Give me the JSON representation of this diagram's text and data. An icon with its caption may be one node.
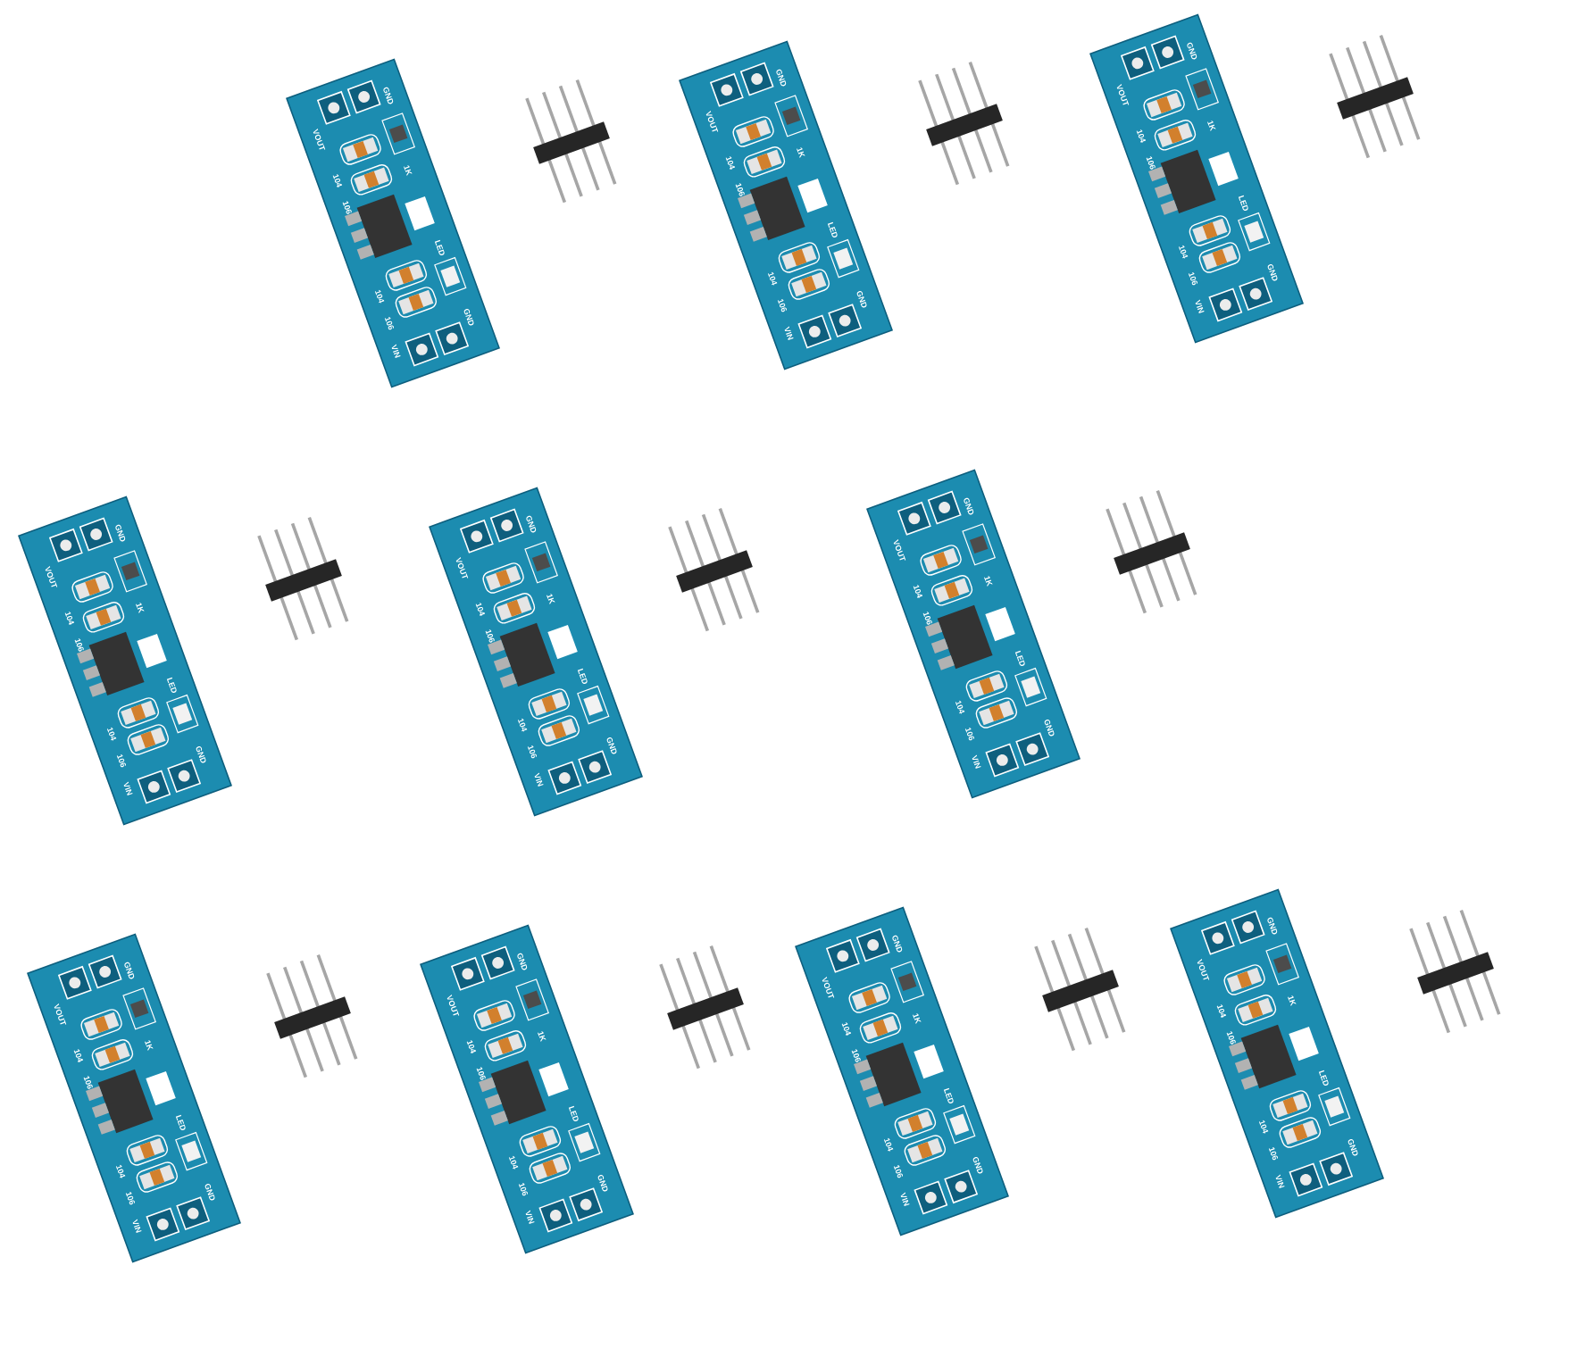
{
  "diagram": {
    "labels": [
      "GND",
      "VOUT",
      "104",
      "106",
      "1K",
      "LED",
      "104",
      "106",
      "GND",
      "VIN",
      "GND",
      "VOUT",
      "104",
      "106",
      "1K",
      "LED",
      "104",
      "106",
      "GND",
      "VIN",
      "GND",
      "VOUT",
      "104",
      "106",
      "1K",
      "LED",
      "104",
      "106",
      "GND",
      "VIN",
      "GND",
      "VOUT",
      "104",
      "106",
      "1K",
      "LED",
      "104",
      "106",
      "GND",
      "VIN",
      "GND",
      "VOUT",
      "104",
      "106",
      "1K",
      "LED",
      "104",
      "106",
      "GND",
      "VIN",
      "GND",
      "VOUT",
      "104",
      "106",
      "1K",
      "LED",
      "104",
      "106",
      "GND",
      "VIN",
      "GND",
      "VOUT",
      "104",
      "106",
      "1K",
      "LED",
      "104",
      "106",
      "GND",
      "VIN",
      "GND",
      "VOUT",
      "104",
      "106",
      "1K",
      "LED",
      "104",
      "106",
      "GND",
      "VIN",
      "GND",
      "VOUT",
      "104",
      "106",
      "1K",
      "LED",
      "104",
      "106",
      "GND",
      "VIN",
      "GND",
      "VOUT",
      "104",
      "106",
      "1K",
      "LED",
      "104",
      "106",
      "GND",
      "VIN"
    ]
  }
}
